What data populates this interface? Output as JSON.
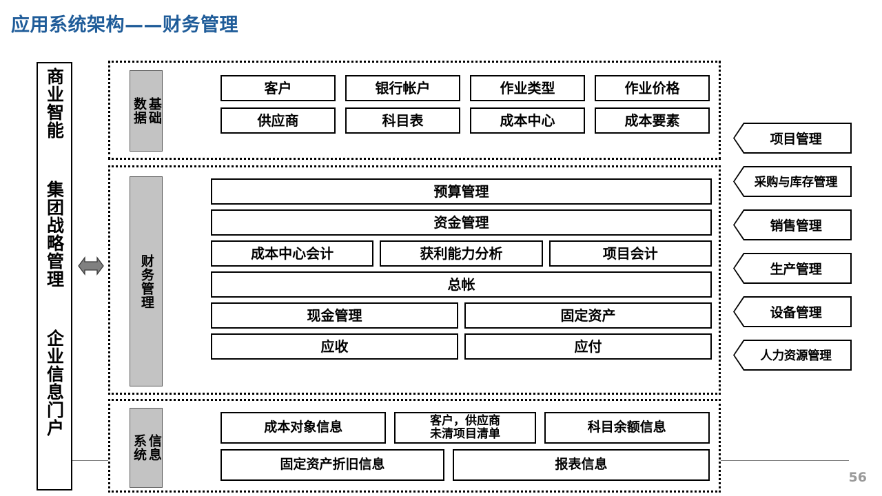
{
  "slide": {
    "title": "应用系统架构——财务管理",
    "title_color": "#1f5c99",
    "page_number": "56"
  },
  "left_pillar": {
    "text": "商业智能  集团战略管理  企业信息门户"
  },
  "arrow": {
    "name": "bidirectional-arrow",
    "color": "#808080"
  },
  "sections": [
    {
      "key": "basic_data",
      "label": "基础\n数据",
      "rows": [
        [
          "客户",
          "银行帐户",
          "作业类型",
          "作业价格"
        ],
        [
          "供应商",
          "科目表",
          "成本中心",
          "成本要素"
        ]
      ]
    },
    {
      "key": "financial_management",
      "label": "财务管理",
      "rows": [
        [
          "预算管理"
        ],
        [
          "资金管理"
        ],
        [
          "成本中心会计",
          "获利能力分析",
          "项目会计"
        ],
        [
          "总帐"
        ],
        [
          "现金管理",
          "固定资产"
        ],
        [
          "应收",
          "应付"
        ]
      ]
    },
    {
      "key": "information_system",
      "label": "信息\n系统",
      "rows": [
        [
          "成本对象信息",
          "客户，供应商\n未清项目清单",
          "科目余额信息"
        ],
        [
          "固定资产折旧信息",
          "报表信息"
        ]
      ]
    }
  ],
  "right_modules": [
    "项目管理",
    "采购与库存管理",
    "销售管理",
    "生产管理",
    "设备管理",
    "人力资源管理"
  ]
}
